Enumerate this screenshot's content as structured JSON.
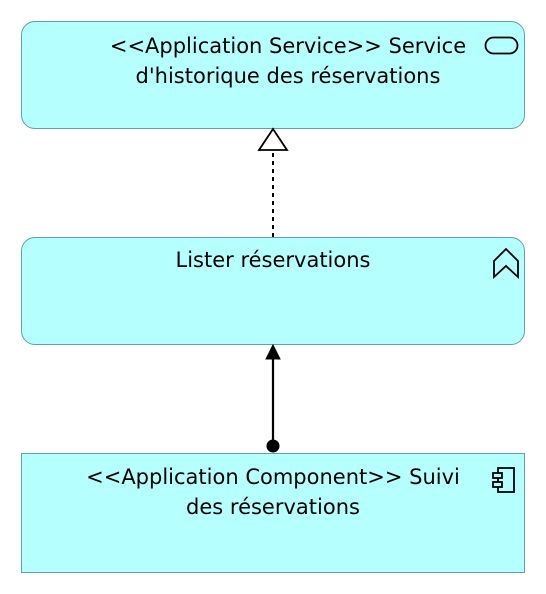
{
  "diagram": {
    "nodes": {
      "service": {
        "label": "<<Application Service>> Service\nd'historique des réservations",
        "icon": "service-rounded-rect-icon"
      },
      "function": {
        "label": "Lister réservations",
        "icon": "function-chevron-icon"
      },
      "component": {
        "label": "<<Application Component>> Suivi\ndes réservations",
        "icon": "component-icon"
      }
    },
    "relations": [
      {
        "type": "realization",
        "from": "function",
        "to": "service"
      },
      {
        "type": "assignment",
        "from": "component",
        "to": "function"
      }
    ],
    "colors": {
      "fill": "#b5ffff",
      "border": "#5fa3a3",
      "line": "#000000"
    }
  }
}
